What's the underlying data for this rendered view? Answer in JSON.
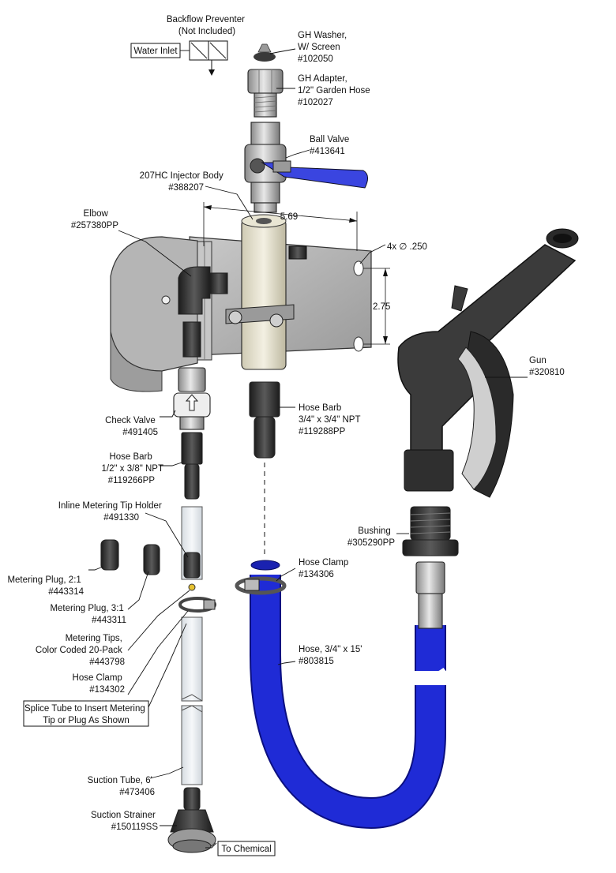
{
  "labels": {
    "backflow": [
      "Backflow Preventer",
      "(Not Included)"
    ],
    "water_inlet": "Water Inlet",
    "gh_washer": [
      "GH Washer,",
      "W/ Screen",
      "#102050"
    ],
    "gh_adapter": [
      "GH Adapter,",
      "1/2\" Garden Hose",
      "#102027"
    ],
    "ball_valve": [
      "Ball Valve",
      "#413641"
    ],
    "injector_body": [
      "207HC Injector Body",
      "#388207"
    ],
    "dim_width": "5.69",
    "dim_holes": "4x ∅ .250",
    "dim_height": "2.75",
    "elbow": [
      "Elbow",
      "#257380PP"
    ],
    "gun": [
      "Gun",
      "#320810"
    ],
    "check_valve": [
      "Check Valve",
      "#491405"
    ],
    "hose_barb_main": [
      "Hose Barb",
      "3/4\" x 3/4\" NPT",
      "#119288PP"
    ],
    "hose_barb_small": [
      "Hose Barb",
      "1/2\" x 3/8\" NPT",
      "#119266PP"
    ],
    "tip_holder": [
      "Inline Metering Tip Holder",
      "#491330"
    ],
    "bushing": [
      "Bushing",
      "#305290PP"
    ],
    "hose_clamp_large": [
      "Hose Clamp",
      "#134306"
    ],
    "plug_21": [
      "Metering Plug, 2:1",
      "#443314"
    ],
    "plug_31": [
      "Metering Plug, 3:1",
      "#443311"
    ],
    "metering_tips": [
      "Metering Tips,",
      "Color Coded 20-Pack",
      "#443798"
    ],
    "hose": [
      "Hose, 3/4\" x 15'",
      "#803815"
    ],
    "hose_clamp_small": [
      "Hose Clamp",
      "#134302"
    ],
    "splice": [
      "Splice Tube to Insert Metering",
      "Tip or Plug As Shown"
    ],
    "suction_tube": [
      "Suction Tube, 6'",
      "#473406"
    ],
    "suction_strainer": [
      "Suction Strainer",
      "#150119SS"
    ],
    "to_chemical": "To Chemical"
  },
  "colors": {
    "hose_blue": "#1f2bd6",
    "steel": "#b9b9b9",
    "dark_part": "#2e2e2e",
    "injector": "#e6e2cf"
  }
}
